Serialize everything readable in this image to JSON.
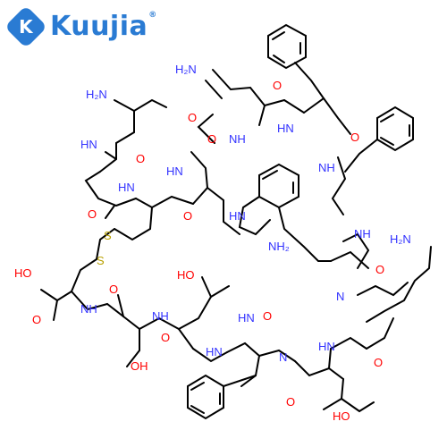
{
  "brand": {
    "name": "Kuujia",
    "mark": "K",
    "reg": "®"
  },
  "colors": {
    "bond": "#000000",
    "nitrogen": "#3333ff",
    "oxygen": "#ff0000",
    "sulfur": "#b8a000",
    "brand": "#2a7bd3"
  },
  "atoms": {
    "H2N_top": "H₂N",
    "O_top": "O",
    "NH_asn": "NH",
    "HN_phe1": "HN",
    "O_phe1": "O",
    "H2N_ala": "H₂N",
    "HN_ala": "HN",
    "O_ala": "O",
    "O_lys1": "O",
    "HN_gly": "HN",
    "O_gly": "O",
    "HN_lys1": "HN",
    "O_cys": "O",
    "HN_trp": "HN",
    "NH_phe2": "NH",
    "O_phe2": "O",
    "NH_trp": "NH",
    "S1": "S",
    "S2": "S",
    "NH2_lys1": "NH₂",
    "H2N_lys2": "H₂N",
    "HO_acid": "HO",
    "O_acid": "O",
    "NH_cysC": "NH",
    "O_ser": "O",
    "NH_ser": "NH",
    "O_lys2": "O",
    "N_lys2": "N",
    "OH_thr1": "HO",
    "O_thr1": "O",
    "HN_phe3": "HN",
    "HN_thr1": "HN",
    "OH_ser": "OH",
    "N_phe3": "N",
    "O_thr2b": "O",
    "HN_thr2": "HN",
    "O_thr2": "O",
    "HO_thr2": "HO",
    "O_lys2b": "O"
  }
}
